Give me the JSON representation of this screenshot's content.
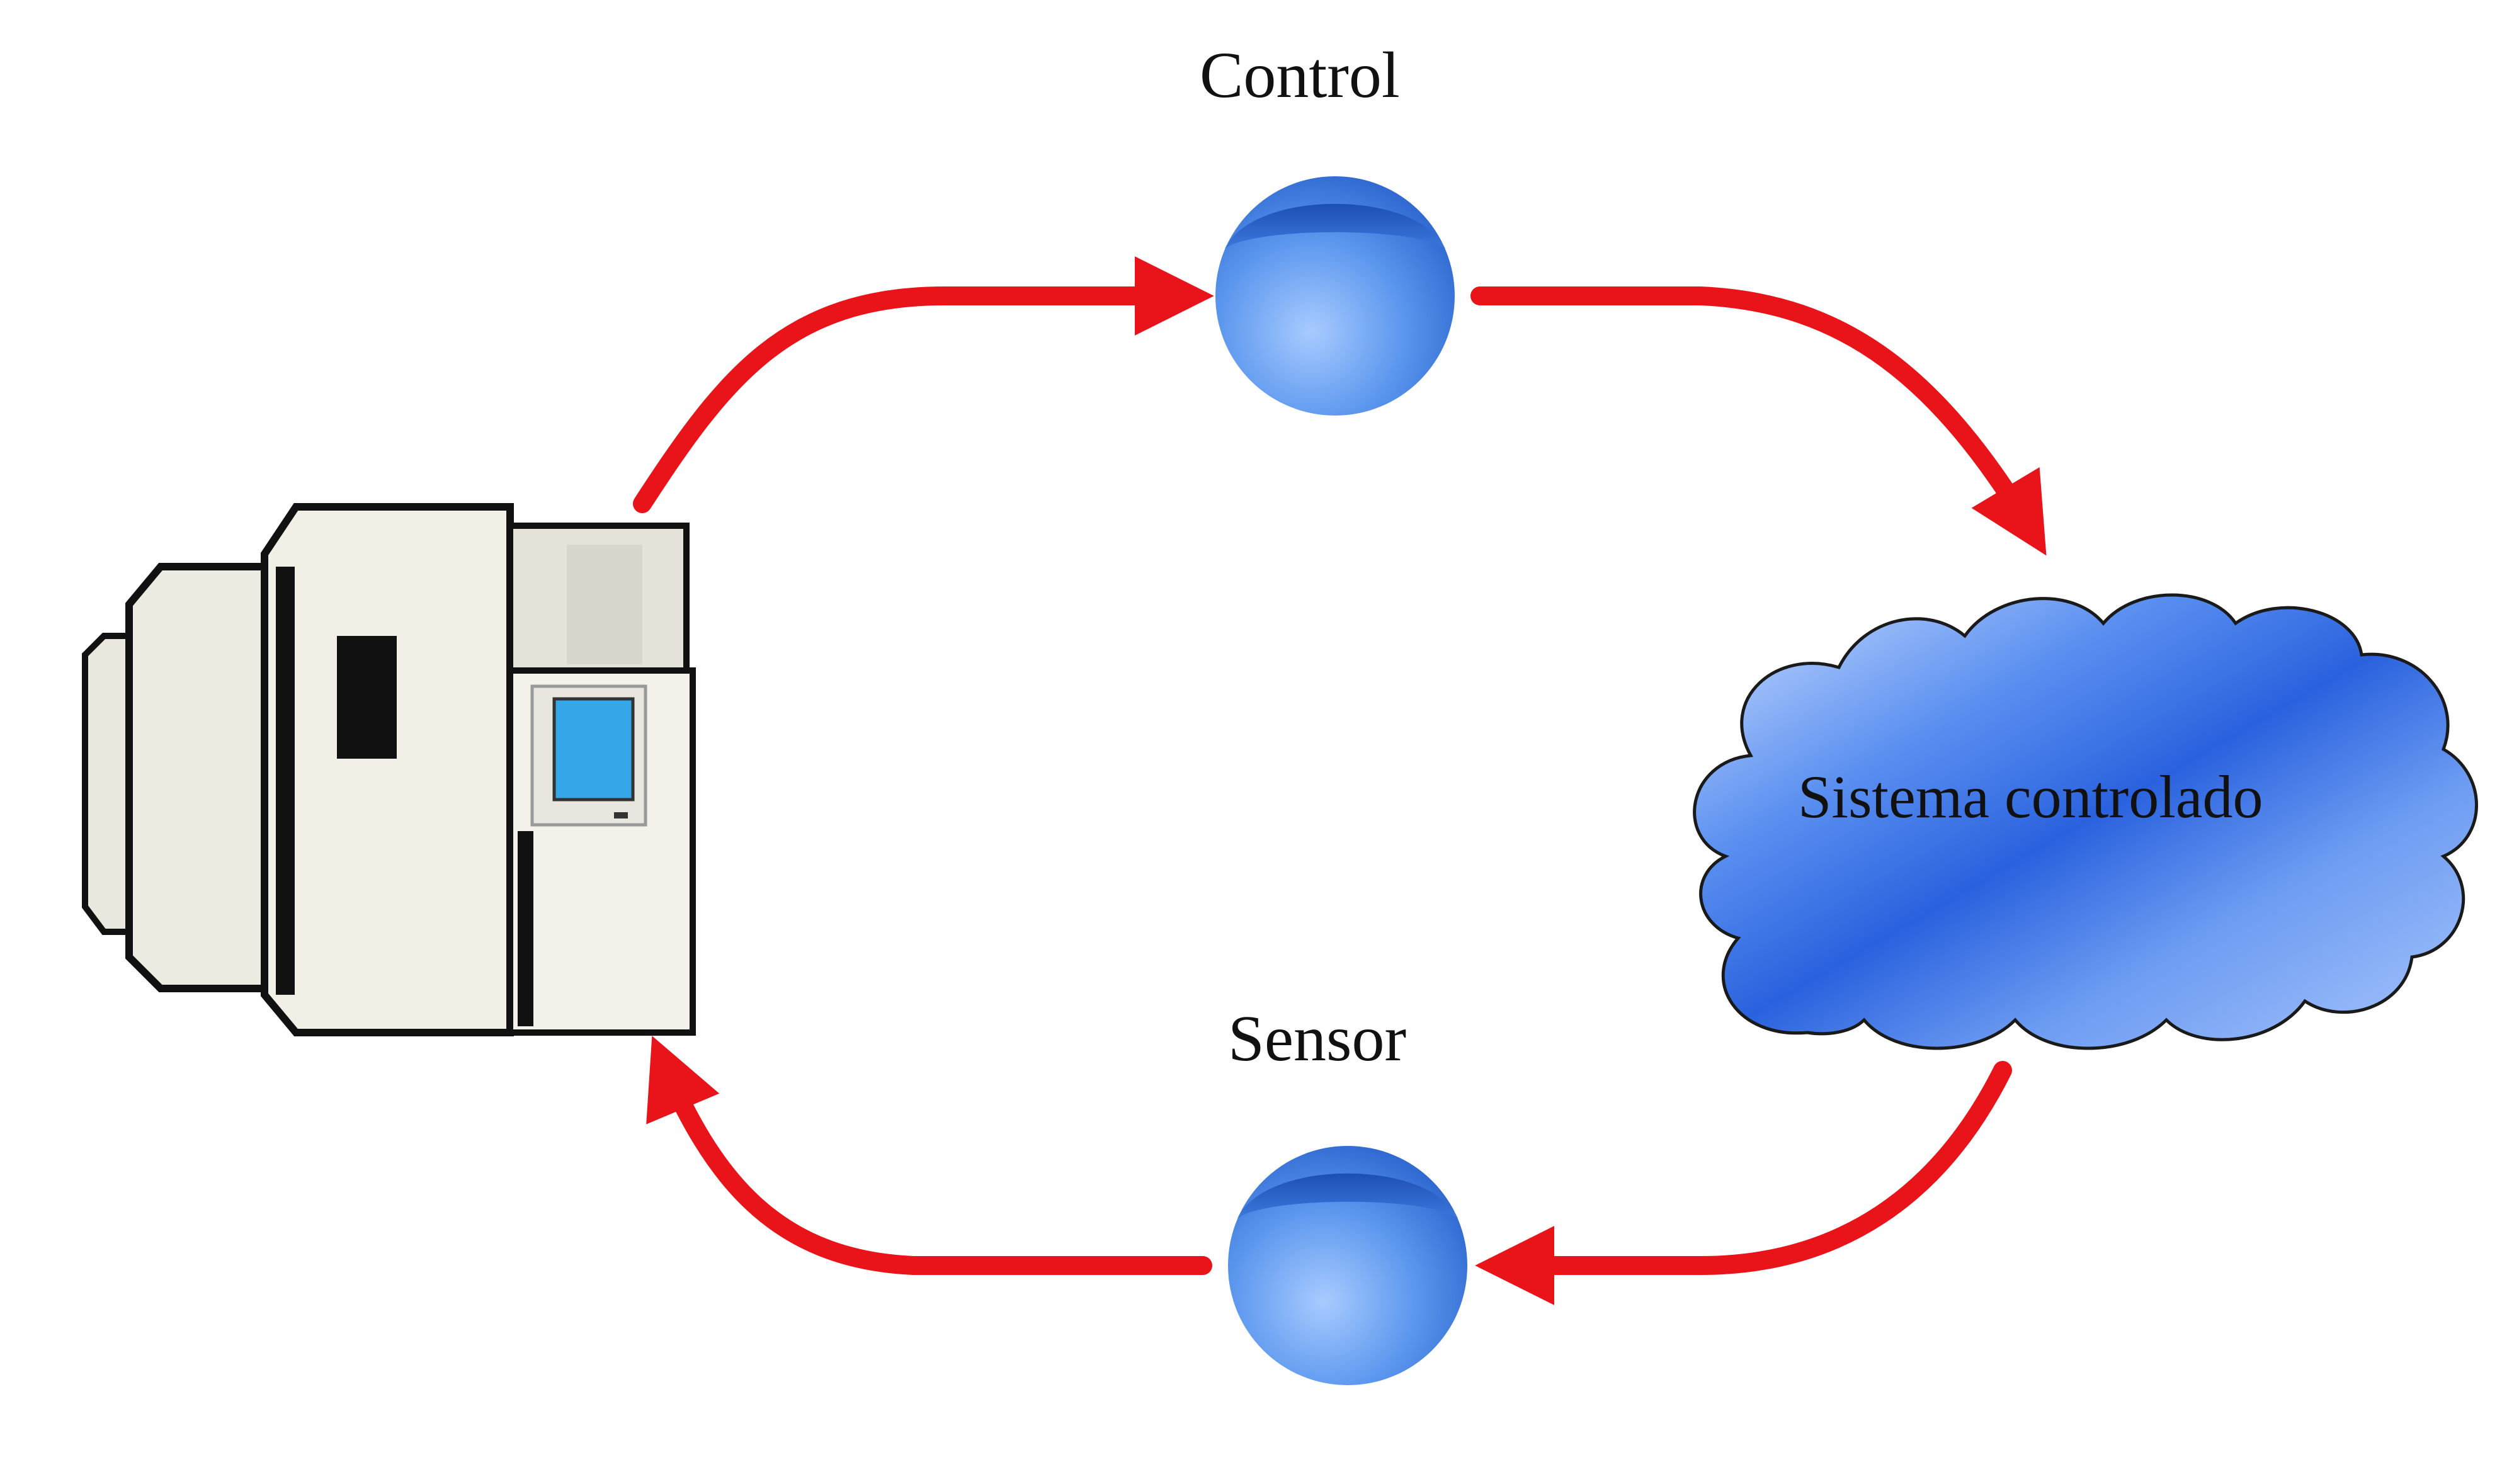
{
  "labels": {
    "control": "Control",
    "sensor": "Sensor",
    "system": "Sistema controlado"
  },
  "colors": {
    "arrow": "#e8141a",
    "node_blue": "#4f8fe8",
    "cloud_blue": "#2f6fe0",
    "computer_body": "#f1efe6",
    "screen": "#35a6e8"
  },
  "icons": {
    "controller": "computer-cabinet-icon",
    "control_node": "blue-disc-icon",
    "sensor_node": "blue-disc-icon",
    "system": "cloud-icon"
  }
}
